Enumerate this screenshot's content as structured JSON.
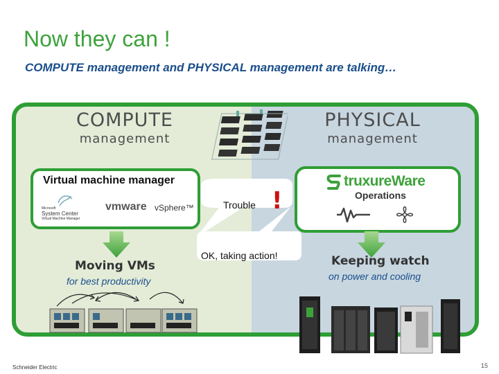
{
  "title": "Now they can !",
  "subtitle": "COMPUTE management and PHYSICAL management are talking…",
  "compute": {
    "title": "COMPUTE",
    "subtitle": "management"
  },
  "physical": {
    "title": "PHYSICAL",
    "subtitle": "management"
  },
  "vmm": {
    "label": "Virtual machine manager",
    "sc_brand_small": "Microsoft",
    "sc_brand": "System Center",
    "sc_product": "Virtual Machine Manager",
    "vmware_logo": "vmware",
    "vsphere_logo": "vSphere™"
  },
  "ops": {
    "logo": "truxureWare",
    "label": "Operations"
  },
  "bubbles": {
    "trouble": "Trouble",
    "exclaim": "!",
    "ok": "OK, taking action!"
  },
  "left_action": {
    "title": "Moving VMs",
    "caption": "for best productivity"
  },
  "right_action": {
    "title": "Keeping watch",
    "caption": "on power and cooling"
  },
  "footer": "Schneider Electric",
  "page_number": "15",
  "colors": {
    "accent_green": "#2e9e35",
    "title_green": "#3da23b",
    "subtitle_blue": "#1a4e8a",
    "alert_red": "#cc1111",
    "compute_bg": "#e4ecd8",
    "physical_bg": "#c8d6e0"
  }
}
